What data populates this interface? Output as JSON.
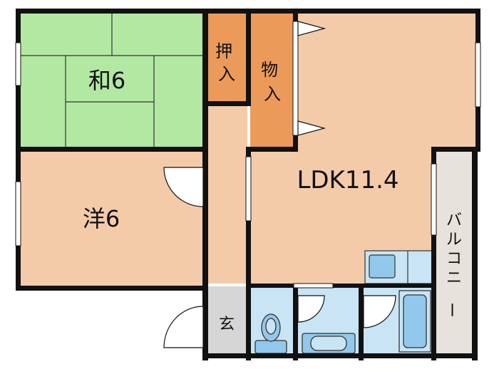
{
  "floorplan": {
    "rooms": [
      {
        "id": "washitsu",
        "label": "和6",
        "color": "#b3e8a3"
      },
      {
        "id": "youshitsu",
        "label": "洋6",
        "color": "#f4cba9"
      },
      {
        "id": "ldk",
        "label": "LDK11.4",
        "color": "#f4cba9"
      },
      {
        "id": "oshiire",
        "label": "押入",
        "color": "#ec9a5a"
      },
      {
        "id": "monoire",
        "label": "物入",
        "color": "#ec9a5a"
      },
      {
        "id": "genkan",
        "label": "玄",
        "color": "#d6d6d6"
      },
      {
        "id": "balcony",
        "label": "バルコニー",
        "color": "#e8e2dc"
      }
    ],
    "colors": {
      "wall": "#111111",
      "wet_area": "#c9e4f4",
      "fixture": "#92c8ec",
      "hallway": "#f4cba9",
      "window": "#ffffff"
    }
  }
}
